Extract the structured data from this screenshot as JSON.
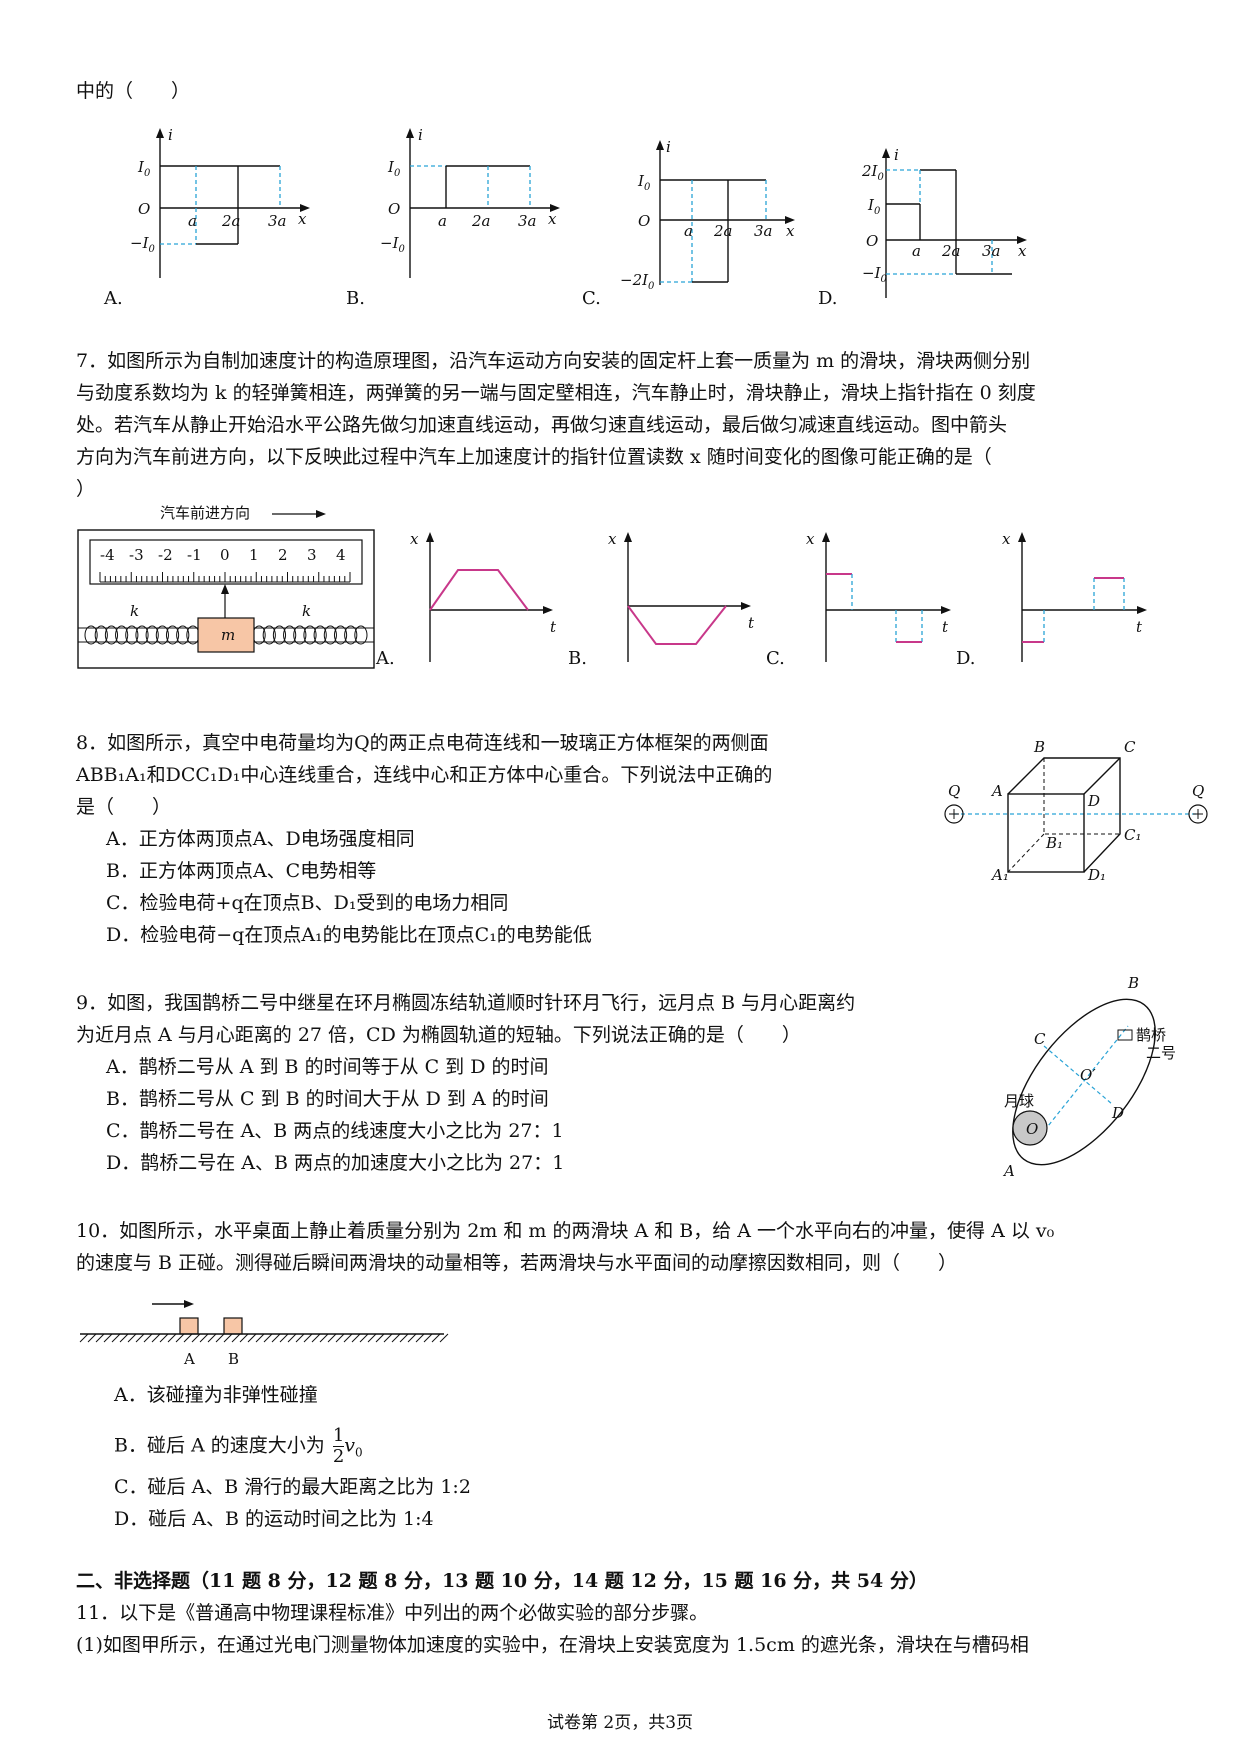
{
  "q6": {
    "tail": "中的（　　）",
    "options": [
      "A.",
      "B.",
      "C.",
      "D."
    ],
    "graph_labels": {
      "i": "i",
      "x": "x",
      "o": "O",
      "I0": "I",
      "sub0": "0",
      "negI0": "−I",
      "neg2I0": "−2I",
      "twoI0": "2I",
      "a": "a",
      "two_a": "2a",
      "three_a": "3a"
    }
  },
  "q7": {
    "lines": [
      "7．如图所示为自制加速度计的构造原理图，沿汽车运动方向安装的固定杆上套一质量为 m 的滑块，滑块两侧分别",
      "与劲度系数均为 k 的轻弹簧相连，两弹簧的另一端与固定壁相连，汽车静止时，滑块静止，滑块上指针指在 0 刻度",
      "处。若汽车从静止开始沿水平公路先做匀加速直线运动，再做匀速直线运动，最后做匀减速直线运动。图中箭头",
      "方向为汽车前进方向，以下反映此过程中汽车上加速度计的指针位置读数 x 随时间变化的图像可能正确的是（",
      "）"
    ],
    "figure": {
      "direction": "汽车前进方向",
      "scale": [
        "-4",
        "-3",
        "-2",
        "-1",
        "0",
        "1",
        "2",
        "3",
        "4"
      ],
      "spring_k": "k",
      "mass": "m"
    },
    "graph_labels": {
      "x": "x",
      "t": "t"
    },
    "options": [
      "A.",
      "B.",
      "C.",
      "D."
    ]
  },
  "q8": {
    "lines": [
      "8．如图所示，真空中电荷量均为Q的两正点电荷连线和一玻璃正方体框架的两侧面",
      "ABB₁A₁和DCC₁D₁中心连线重合，连线中心和正方体中心重合。下列说法中正确的",
      "是（　　）"
    ],
    "options": [
      "A．正方体两顶点A、D电场强度相同",
      "B．正方体两顶点A、C电势相等",
      "C．检验电荷+q在顶点B、D₁受到的电场力相同",
      "D．检验电荷−q在顶点A₁的电势能比在顶点C₁的电势能低"
    ],
    "figure": {
      "charge": "Q",
      "B": "B",
      "C": "C",
      "A": "A",
      "D": "D",
      "B1": "B₁",
      "C1": "C₁",
      "A1": "A₁",
      "D1": "D₁"
    }
  },
  "q9": {
    "lines": [
      "9．如图，我国鹊桥二号中继星在环月椭圆冻结轨道顺时针环月飞行，远月点 B 与月心距离约",
      "为近月点 A 与月心距离的 27 倍，CD 为椭圆轨道的短轴。下列说法正确的是（　　）"
    ],
    "options": [
      "A．鹊桥二号从 A 到 B 的时间等于从 C 到 D 的时间",
      "B．鹊桥二号从 C 到 B 的时间大于从 D 到 A 的时间",
      "C．鹊桥二号在 A、B 两点的线速度大小之比为 27：1",
      "D．鹊桥二号在 A、B 两点的加速度大小之比为 27：1"
    ],
    "figure": {
      "B": "B",
      "C": "C",
      "D": "D",
      "A": "A",
      "O_prime": "O′",
      "O": "O",
      "moon": "月球",
      "sat1": "鹊桥",
      "sat2": "二号"
    }
  },
  "q10": {
    "lines": [
      "10．如图所示，水平桌面上静止着质量分别为 2m 和 m 的两滑块 A 和 B，给 A 一个水平向右的冲量，使得 A 以 v₀",
      "的速度与 B 正碰。测得碰后瞬间两滑块的动量相等，若两滑块与水平面间的动摩擦因数相同，则（　　）"
    ],
    "figure": {
      "A": "A",
      "B": "B"
    },
    "options": {
      "a": "A．该碰撞为非弹性碰撞",
      "b_prefix": "B．碰后 A 的速度大小为",
      "b_num": "1",
      "b_den": "2",
      "b_v": "v",
      "b_sub": "0",
      "c": "C．碰后 A、B 滑行的最大距离之比为 1:2",
      "d": "D．碰后 A、B 的运动时间之比为 1:4"
    }
  },
  "section2": {
    "title": "二、非选择题（11 题 8 分，12 题 8 分，13 题 10 分，14 题 12 分，15 题 16 分，共 54 分）",
    "q11": "11．以下是《普通高中物理课程标准》中列出的两个必做实验的部分步骤。",
    "q11_1": "(1)如图甲所示，在通过光电门测量物体加速度的实验中，在滑块上安装宽度为 1.5cm 的遮光条，滑块在与槽码相"
  },
  "footer": "试卷第 2页，共3页",
  "colors": {
    "dash": "#29a3d6",
    "magenta": "#c8388a",
    "mass": "#f7c6a6"
  }
}
